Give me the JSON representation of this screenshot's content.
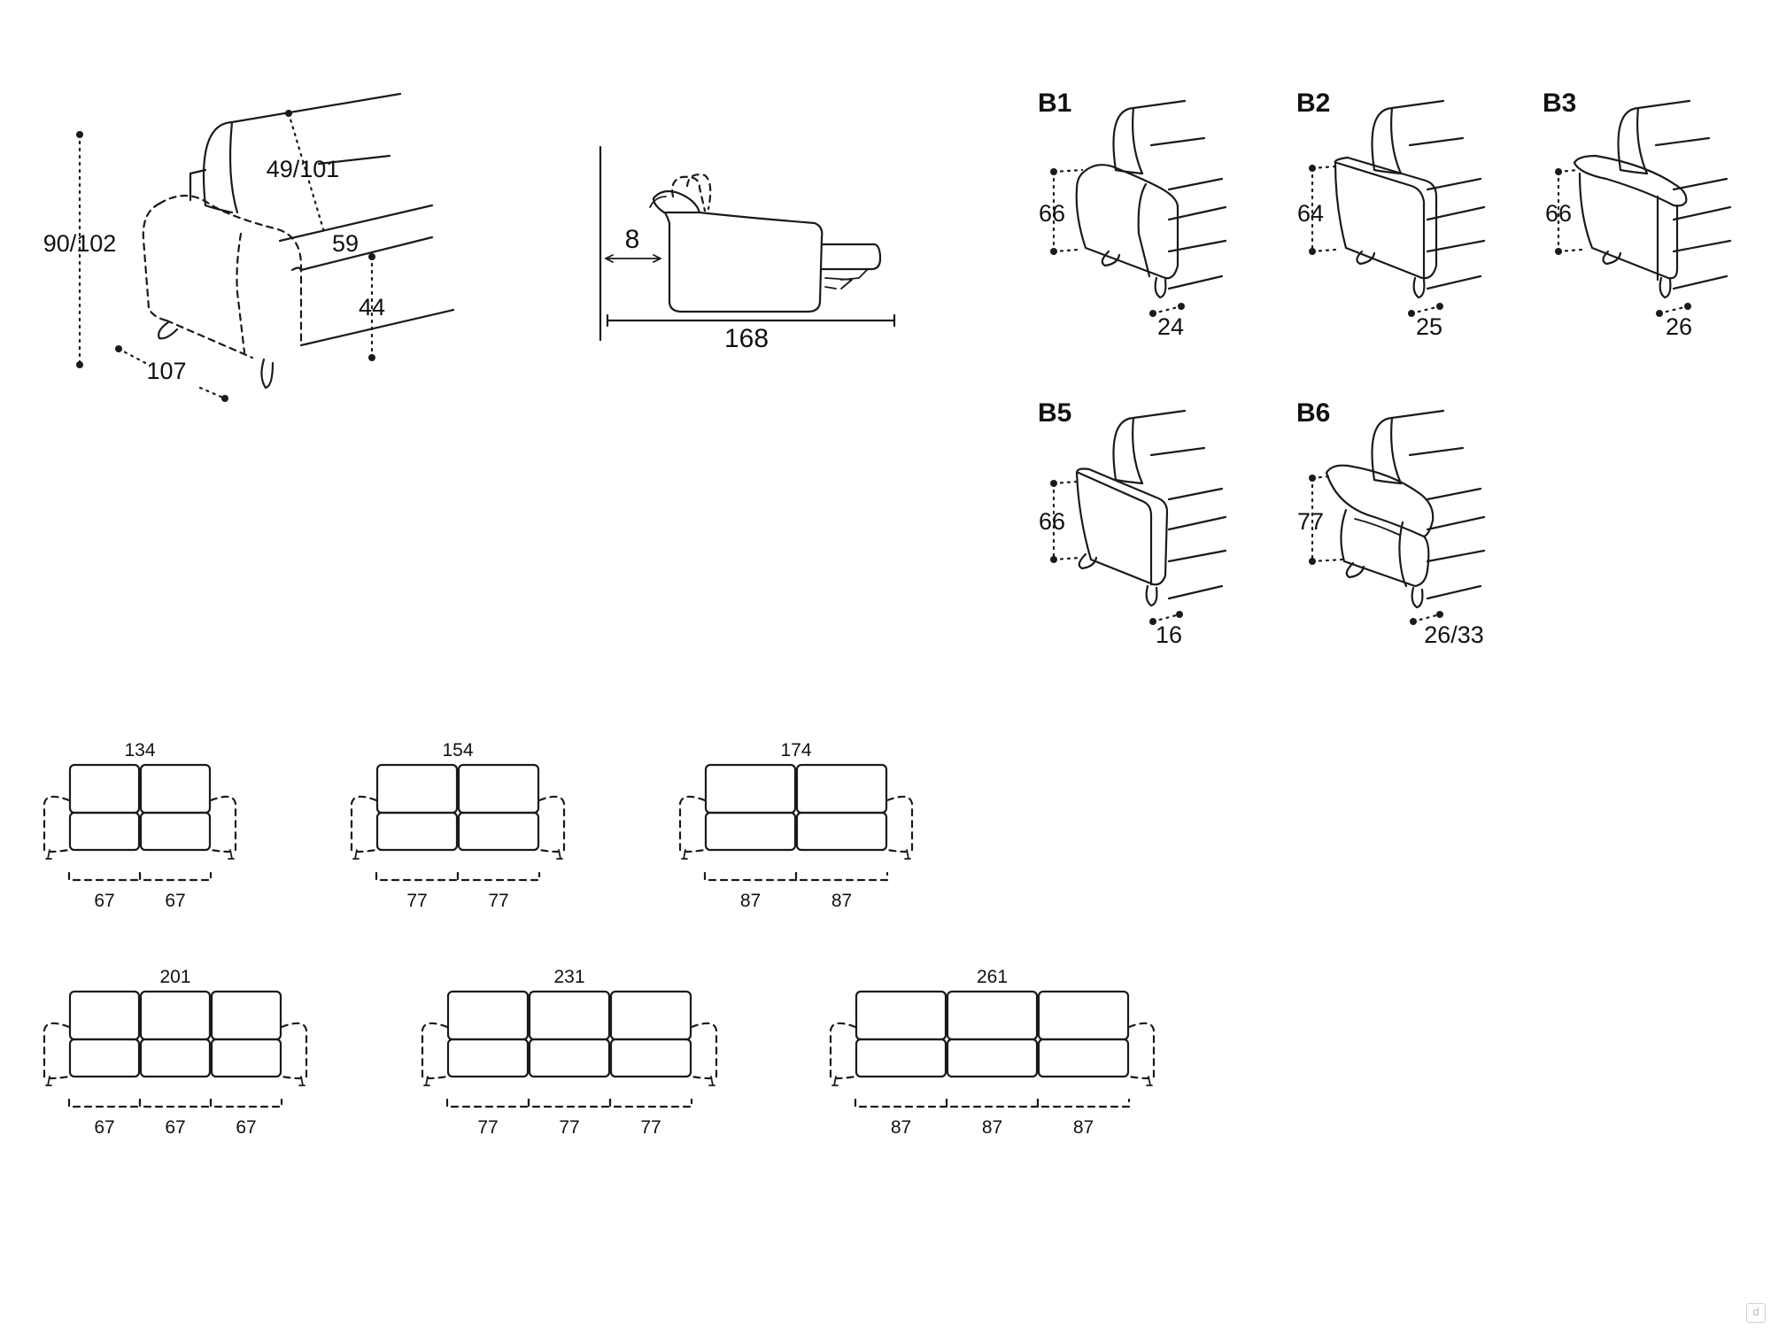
{
  "overview": {
    "height": "90/102",
    "back_depth": "49/101",
    "seat_depth": "59",
    "seat_height": "44",
    "depth": "107"
  },
  "side_view": {
    "gap": "8",
    "extended_length": "168"
  },
  "armrests": [
    {
      "code": "B1",
      "height": "66",
      "width": "24"
    },
    {
      "code": "B2",
      "height": "64",
      "width": "25"
    },
    {
      "code": "B3",
      "height": "66",
      "width": "26"
    },
    {
      "code": "B5",
      "height": "66",
      "width": "16"
    },
    {
      "code": "B6",
      "height": "77",
      "width": "26/33"
    }
  ],
  "sofa_sizes": [
    {
      "total": "134",
      "seats": [
        "67",
        "67"
      ]
    },
    {
      "total": "154",
      "seats": [
        "77",
        "77"
      ]
    },
    {
      "total": "174",
      "seats": [
        "87",
        "87"
      ]
    },
    {
      "total": "201",
      "seats": [
        "67",
        "67",
        "67"
      ]
    },
    {
      "total": "231",
      "seats": [
        "77",
        "77",
        "77"
      ]
    },
    {
      "total": "261",
      "seats": [
        "87",
        "87",
        "87"
      ]
    }
  ],
  "icons": [
    "corner-badge-icon"
  ]
}
